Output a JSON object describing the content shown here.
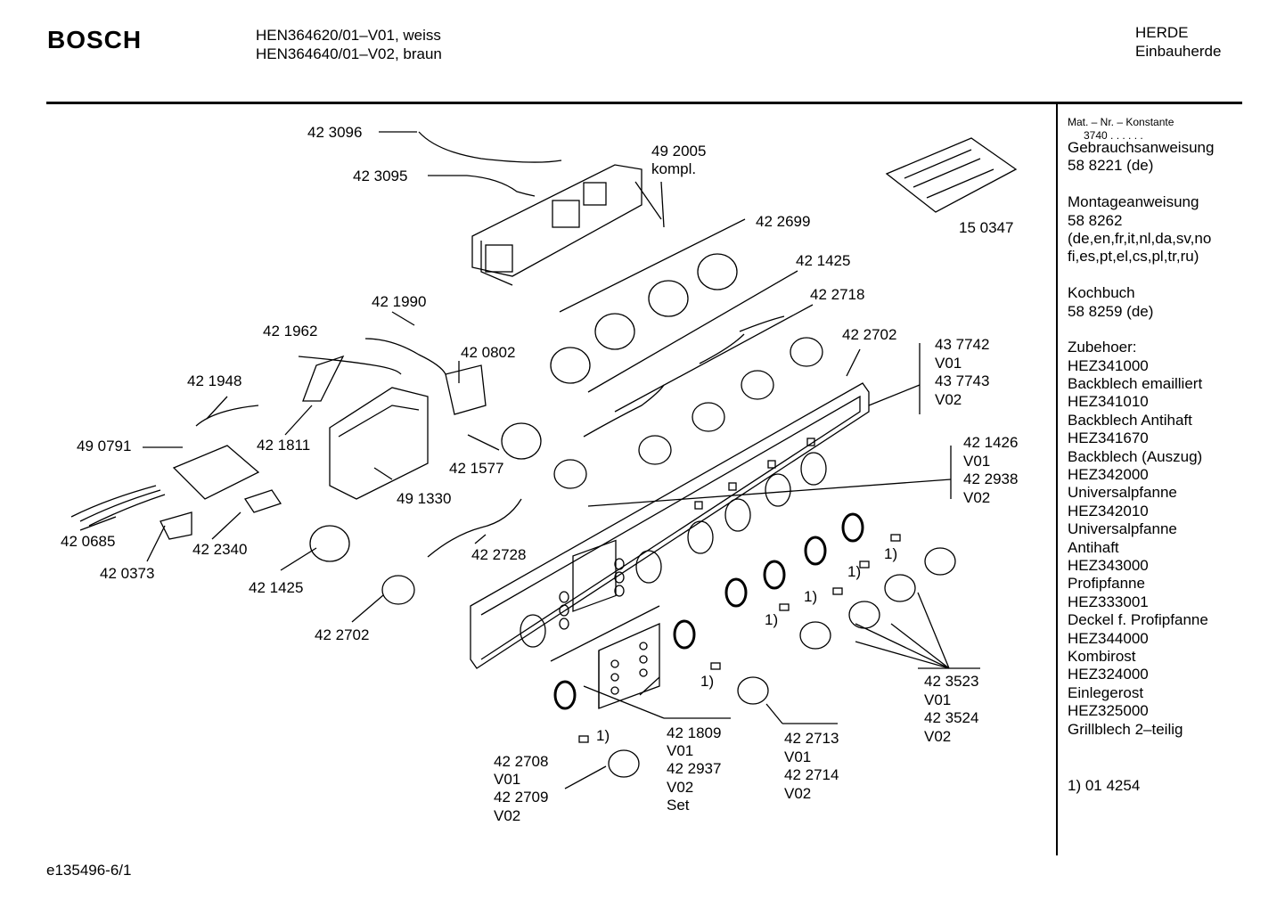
{
  "header": {
    "brand": "BOSCH",
    "model_line_1": "HEN364620/01–V01, weiss",
    "model_line_2": "HEN364640/01–V02, braun",
    "category": "HERDE",
    "subcategory": "Einbauherde"
  },
  "parts": {
    "p423096": "42 3096",
    "p423095": "42 3095",
    "p492005": "49 2005",
    "kompl": "kompl.",
    "p422699": "42 2699",
    "p150347": "15 0347",
    "p421425a": "42 1425",
    "p422718": "42 2718",
    "p421990": "42 1990",
    "p421962": "42 1962",
    "p420802": "42 0802",
    "p422702a": "42 2702",
    "p421948": "42 1948",
    "p490791": "49 0791",
    "p421811": "42 1811",
    "p421577": "42 1577",
    "p491330": "49 1330",
    "p420685": "42 0685",
    "p422340": "42 2340",
    "p420373": "42 0373",
    "p421425b": "42 1425",
    "p422728": "42 2728",
    "p422702b": "42 2702",
    "group_437742": [
      "43 7742",
      "V01",
      "43 7743",
      "V02"
    ],
    "group_421426": [
      "42 1426",
      "V01",
      "42 2938",
      "V02"
    ],
    "group_423523": [
      "42 3523",
      "V01",
      "42 3524",
      "V02"
    ],
    "group_422713": [
      "42 2713",
      "V01",
      "42 2714",
      "V02"
    ],
    "group_421809": [
      "42 1809",
      "V01",
      "42 2937",
      "V02",
      "Set"
    ],
    "group_422708": [
      "42 2708",
      "V01",
      "42 2709",
      "V02"
    ],
    "footnote_mark": "1)"
  },
  "sidebar": {
    "mat_header": "Mat. – Nr. – Konstante",
    "mat_value": "3740 . . . . . .",
    "lines": [
      "Gebrauchsanweisung",
      "58 8221 (de)",
      "",
      "Montageanweisung",
      "58 8262",
      "(de,en,fr,it,nl,da,sv,no",
      "fi,es,pt,el,cs,pl,tr,ru)",
      "",
      "Kochbuch",
      "58 8259 (de)",
      "",
      "Zubehoer:",
      "HEZ341000",
      "Backblech emailliert",
      "HEZ341010",
      "Backblech Antihaft",
      "HEZ341670",
      "Backblech (Auszug)",
      "HEZ342000",
      "Universalpfanne",
      "HEZ342010",
      "Universalpfanne",
      "Antihaft",
      "HEZ343000",
      "Profipfanne",
      "HEZ333001",
      "Deckel f. Profipfanne",
      "HEZ344000",
      "Kombirost",
      "HEZ324000",
      "Einlegerost",
      "HEZ325000",
      "Grillblech 2–teilig"
    ],
    "footnote": "1) 01 4254"
  },
  "footer": {
    "doc_id": "e135496-6/1"
  }
}
